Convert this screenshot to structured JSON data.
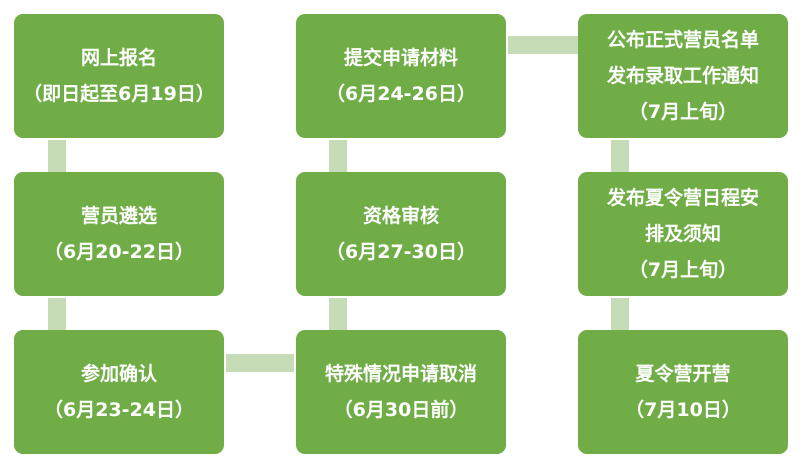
{
  "colors": {
    "box": "#70ad47",
    "connector": "#c5dcb6",
    "text": "#ffffff"
  },
  "steps": [
    {
      "title": "网上报名",
      "date": "（即日起至6月19日）"
    },
    {
      "title": "营员遴选",
      "date": "（6月20-22日）"
    },
    {
      "title": "参加确认",
      "date": "（6月23-24日）"
    },
    {
      "title": "特殊情况申请取消",
      "date": "（6月30日前）"
    },
    {
      "title": "资格审核",
      "date": "（6月27-30日）"
    },
    {
      "title": "提交申请材料",
      "date": "（6月24-26日）"
    },
    {
      "title_line1": "公布正式营员名单",
      "title_line2": "发布录取工作通知",
      "date": "（7月上旬）"
    },
    {
      "title_line1": "发布夏令营日程安",
      "title_line2": "排及须知",
      "date": "（7月上旬）"
    },
    {
      "title": "夏令营开营",
      "date": "（7月10日）"
    }
  ]
}
